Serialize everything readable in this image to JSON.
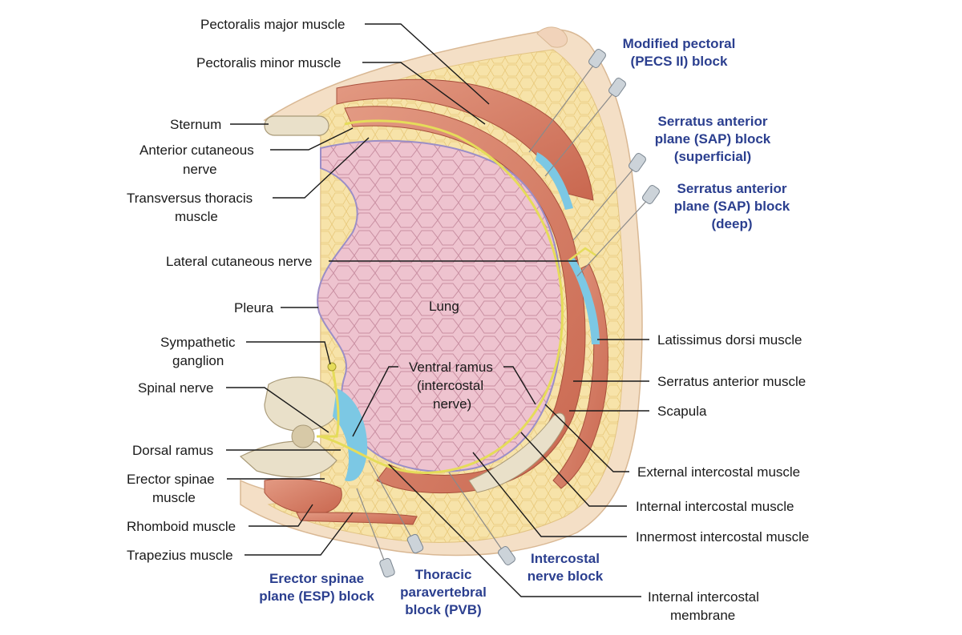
{
  "labels": {
    "pectoralis_major": "Pectoralis major muscle",
    "pectoralis_minor": "Pectoralis minor muscle",
    "sternum": "Sternum",
    "anterior_cutaneous": [
      "Anterior cutaneous",
      "nerve"
    ],
    "transversus_thoracis": [
      "Transversus thoracis",
      "muscle"
    ],
    "lateral_cutaneous": "Lateral cutaneous nerve",
    "pleura": "Pleura",
    "lung": "Lung",
    "sympathetic_ganglion": [
      "Sympathetic",
      "ganglion"
    ],
    "spinal_nerve": "Spinal nerve",
    "ventral_ramus": [
      "Ventral ramus",
      "(intercostal",
      "nerve)"
    ],
    "dorsal_ramus": "Dorsal ramus",
    "erector_spinae": [
      "Erector spinae",
      "muscle"
    ],
    "rhomboid": "Rhomboid muscle",
    "trapezius": "Trapezius muscle",
    "latissimus_dorsi": "Latissimus dorsi muscle",
    "serratus_anterior": "Serratus anterior muscle",
    "scapula": "Scapula",
    "external_intercostal": "External intercostal muscle",
    "internal_intercostal": "Internal intercostal muscle",
    "innermost_intercostal": "Innermost intercostal muscle",
    "internal_intercostal_membrane": [
      "Internal intercostal",
      "membrane"
    ]
  },
  "blocks": {
    "pecs": [
      "Modified pectoral",
      "(PECS II) block"
    ],
    "sap_superficial": [
      "Serratus anterior",
      "plane (SAP) block",
      "(superficial)"
    ],
    "sap_deep": [
      "Serratus anterior",
      "plane (SAP) block",
      "(deep)"
    ],
    "intercostal": [
      "Intercostal",
      "nerve block"
    ],
    "paravertebral": [
      "Thoracic",
      "paravertebral",
      "block (PVB)"
    ],
    "esp": [
      "Erector spinae",
      "plane (ESP) block"
    ]
  },
  "colors": {
    "block_label": "#2b3f8f",
    "skin": "#f4dfc6",
    "fat": "#f7e3a9",
    "muscle": "#d9826b",
    "lung": "#eec3cf",
    "nerve": "#e5dc5a",
    "fascial_plane": "#7cc8e4",
    "bone": "#e9e0c9"
  }
}
